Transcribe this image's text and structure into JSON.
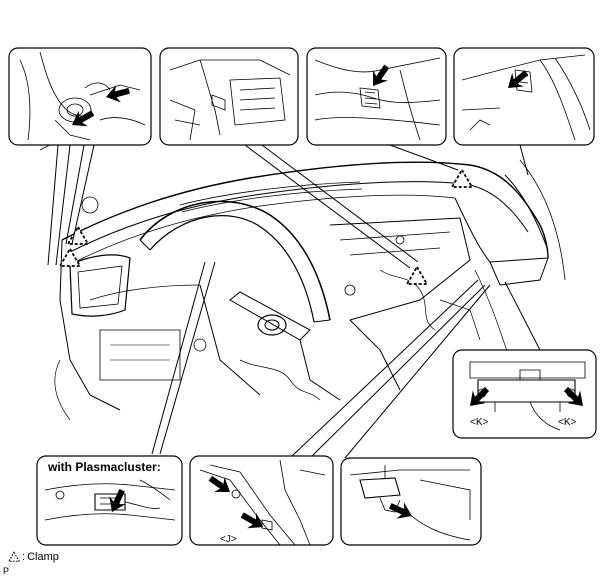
{
  "plasmacluster_label": "with Plasmacluster:",
  "legend": {
    "symbol": "clamp-triangle-icon",
    "text": "Clamp"
  },
  "tags": {
    "J": "<J>",
    "K": "<K>"
  },
  "figure_code": "P"
}
